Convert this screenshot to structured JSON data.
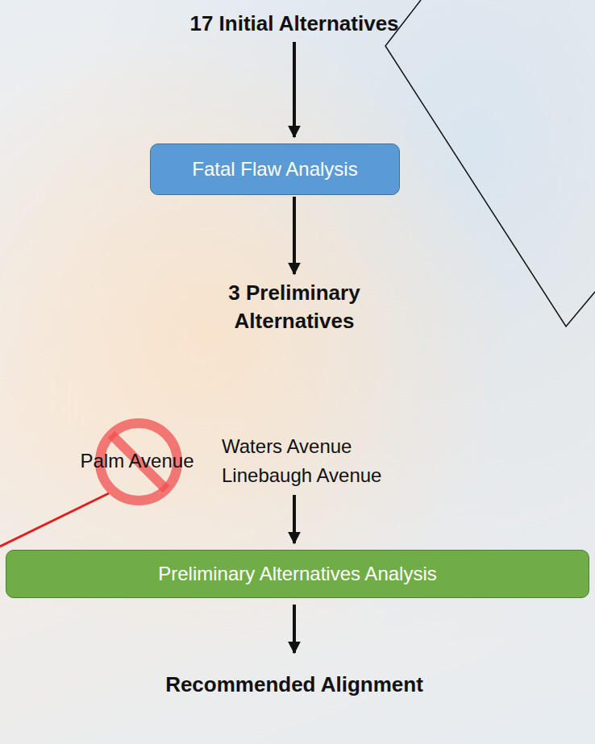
{
  "diagram": {
    "nodes": [
      {
        "text": [
          "Fatal Flaw Analysis"
        ]
      },
      {
        "text": [
          "Preliminary Alternatives Analysis"
        ]
      }
    ],
    "labels": [
      "17 Initial Alternatives",
      "3 Preliminary Alternatives",
      "Palm Avenue",
      "Waters Avenue",
      "Linebaugh Avenue",
      "Recommended Alignment"
    ]
  }
}
